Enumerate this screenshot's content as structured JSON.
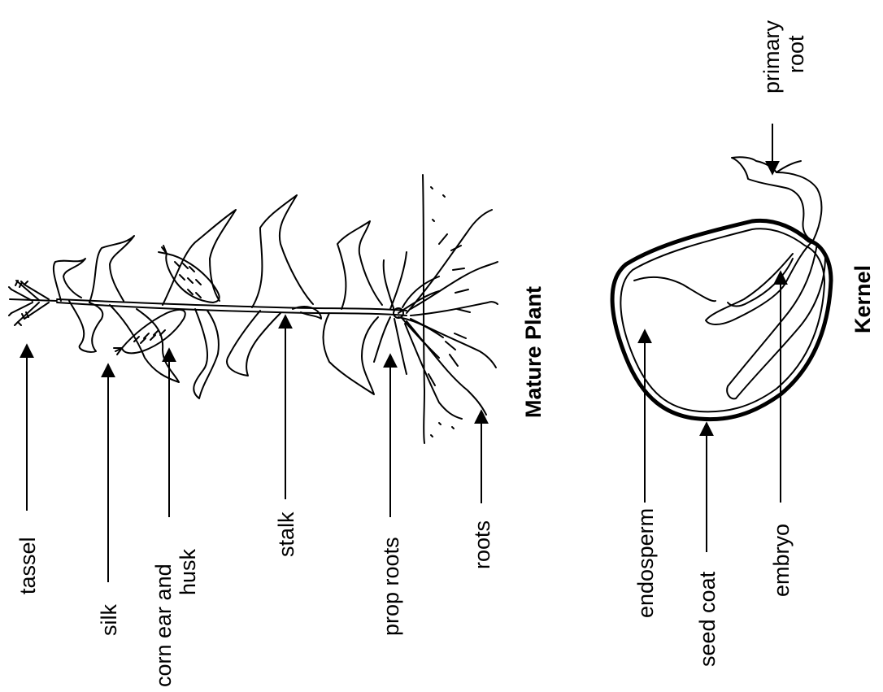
{
  "plant": {
    "title": "Mature Plant",
    "labels": {
      "tassel": "tassel",
      "silk": "silk",
      "corn_ear_line1": "corn ear and",
      "corn_ear_line2": "husk",
      "stalk": "stalk",
      "prop_roots": "prop roots",
      "roots": "roots"
    }
  },
  "kernel": {
    "title": "Kernel",
    "labels": {
      "endosperm": "endosperm",
      "seed_coat": "seed coat",
      "embryo": "embryo",
      "primary_root_line1": "primary",
      "primary_root_line2": "root"
    }
  }
}
